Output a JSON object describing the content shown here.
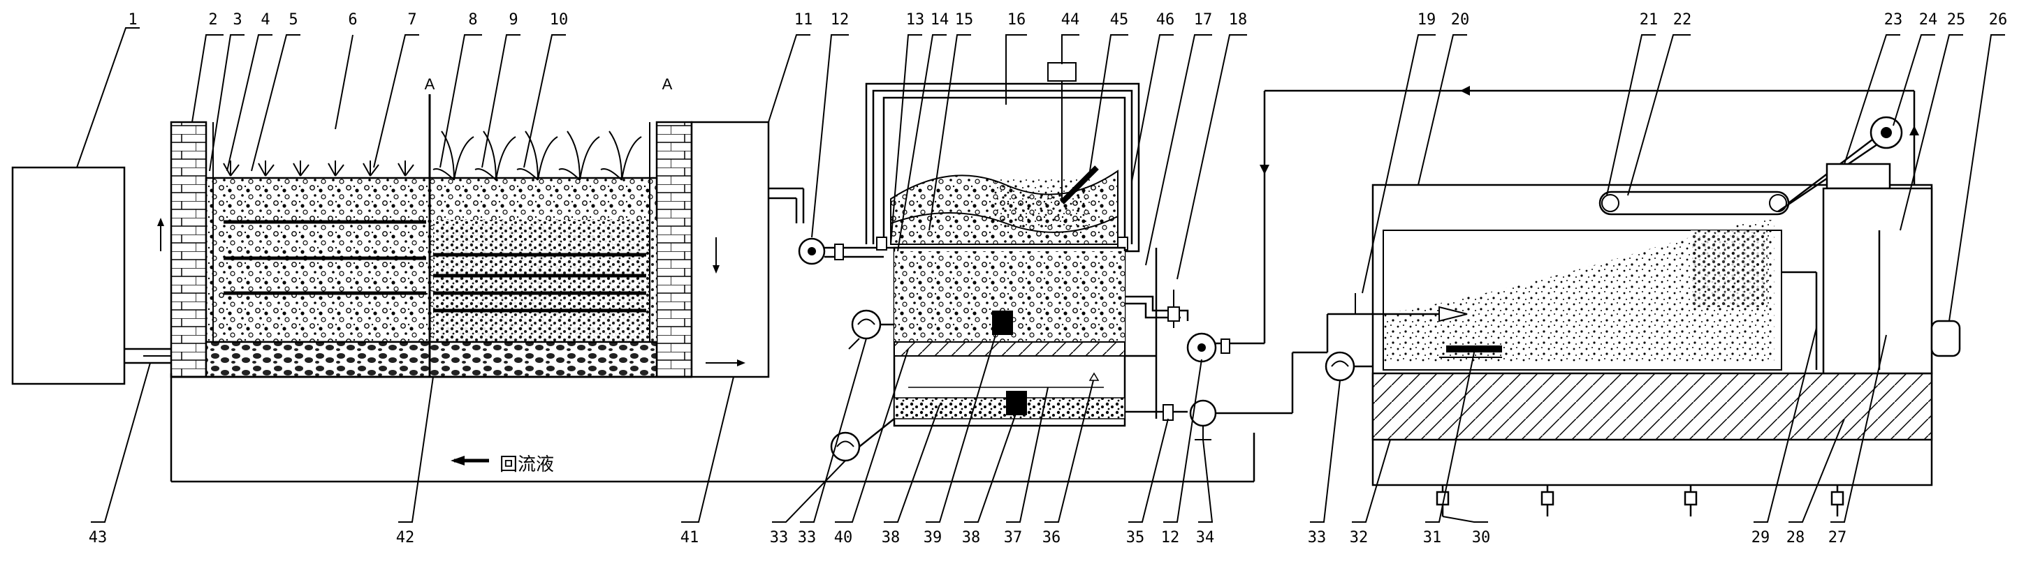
{
  "figure": {
    "return_liquid_label": "回流液",
    "section_label": "A"
  },
  "callouts_top": [
    "1",
    "2",
    "3",
    "4",
    "5",
    "6",
    "7",
    "8",
    "9",
    "10",
    "11",
    "12",
    "13",
    "14",
    "15",
    "16",
    "44",
    "45",
    "46",
    "17",
    "18",
    "19",
    "20",
    "21",
    "22",
    "23",
    "24",
    "25",
    "26"
  ],
  "callouts_bottom": [
    "43",
    "42",
    "41",
    "33",
    "33",
    "40",
    "38",
    "39",
    "38",
    "37",
    "36",
    "35",
    "12",
    "34",
    "33",
    "32",
    "31",
    "30",
    "29",
    "28",
    "27"
  ]
}
